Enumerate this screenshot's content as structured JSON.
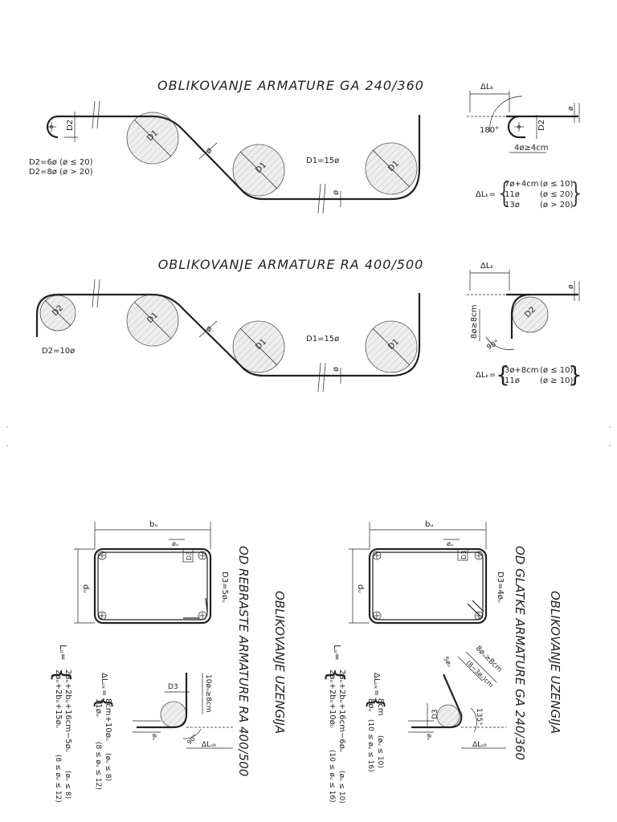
{
  "title_ga": "OBLIKOVANJE ARMATURE GA 240/360",
  "title_ra": "OBLIKOVANJE ARMATURE RA 400/500",
  "label_d1": "D1",
  "label_d2": "D2",
  "label_d3": "D3",
  "label_phi": "ø",
  "ga_top": {
    "d2_rule_1": "D2=6ø  (ø ≤ 20)",
    "d2_rule_2": "D2=8ø  (ø > 20)",
    "d1_rule": "D1=15ø",
    "hook_dl": "ΔLₖ",
    "hook_angle": "180°",
    "hook_ext": "4ø≥4cm",
    "dl_label": "ΔLₖ=",
    "dl_rows": [
      {
        "value": "7ø+4cm",
        "cond": "(ø ≤ 10)"
      },
      {
        "value": "11ø",
        "cond": "(ø ≤ 20)"
      },
      {
        "value": "13ø",
        "cond": "(ø > 20)"
      }
    ]
  },
  "ra_top": {
    "d2_rule": "D2=10ø",
    "d1_rule": "D1=15ø",
    "hook_dl": "ΔLₖ",
    "hook_ext": "8ø≥8cm",
    "hook_angle": "90°",
    "dl_label": "ΔLₖ=",
    "dl_rows": [
      {
        "value": "3ø+8cm",
        "cond": "(ø ≤ 10)"
      },
      {
        "value": "11ø",
        "cond": "(ø ≥ 10)"
      }
    ]
  },
  "stirrup_ra": {
    "title_1": "OBLIKOVANJE UZENGIJA",
    "title_2": "OD REBRASTE ARMATURE RA 400/500",
    "bu": "bᵤ",
    "du": "dᵤ",
    "phi_u": "øᵤ",
    "d3_rule": "D3=5øᵤ",
    "ext_label": "10øᵤ≥8cm",
    "angle": "90°",
    "dlu_label": "ΔLᵤₖ",
    "dlu_eq": "ΔLᵤₖ=",
    "dlu_rows": [
      {
        "value": "8cm+10øᵤ",
        "cond": "(øᵤ ≤ 8)"
      },
      {
        "value": "11øᵤ",
        "cond": "(8 ≤ øᵤ ≤ 12)"
      }
    ],
    "lu_eq": "Lᵤ=",
    "lu_rows": [
      {
        "value": "2aᵤ+2bᵤ+16cm−5øᵤ",
        "cond": "(øᵤ ≤ 8)"
      },
      {
        "value": "2aᵤ+2bᵤ+15øᵤ",
        "cond": "(8 ≤ øᵤ ≤ 12)"
      }
    ]
  },
  "stirrup_ga": {
    "title_1": "OBLIKOVANJE UZENGIJA",
    "title_2": "OD GLATKE ARMATURE GA 240/360",
    "bu": "bᵤ",
    "du": "dᵤ",
    "phi_u": "øᵤ",
    "d3_rule": "D3=4øᵤ",
    "ext_label_1": "8øᵤ≥8cm",
    "ext_label_2": "5øᵤ",
    "ext_label_3": "(8−3øᵤ)cm",
    "angle": "135°",
    "dlu_label": "ΔLᵤₖ",
    "dlu_eq": "ΔLᵤₖ=",
    "dlu_rows": [
      {
        "value": "8cm",
        "cond": "(øᵤ ≤ 10)"
      },
      {
        "value": "8øᵤ",
        "cond": "(10 ≤ øᵤ ≤ 16)"
      }
    ],
    "lu_eq": "Lᵤ=",
    "lu_rows": [
      {
        "value": "2aᵤ+2bᵤ+16cm−6øᵤ",
        "cond": "(øᵤ ≤ 10)"
      },
      {
        "value": "2aᵤ+2bᵤ+10øᵤ",
        "cond": "(10 ≤ øᵤ ≤ 16)"
      }
    ]
  }
}
